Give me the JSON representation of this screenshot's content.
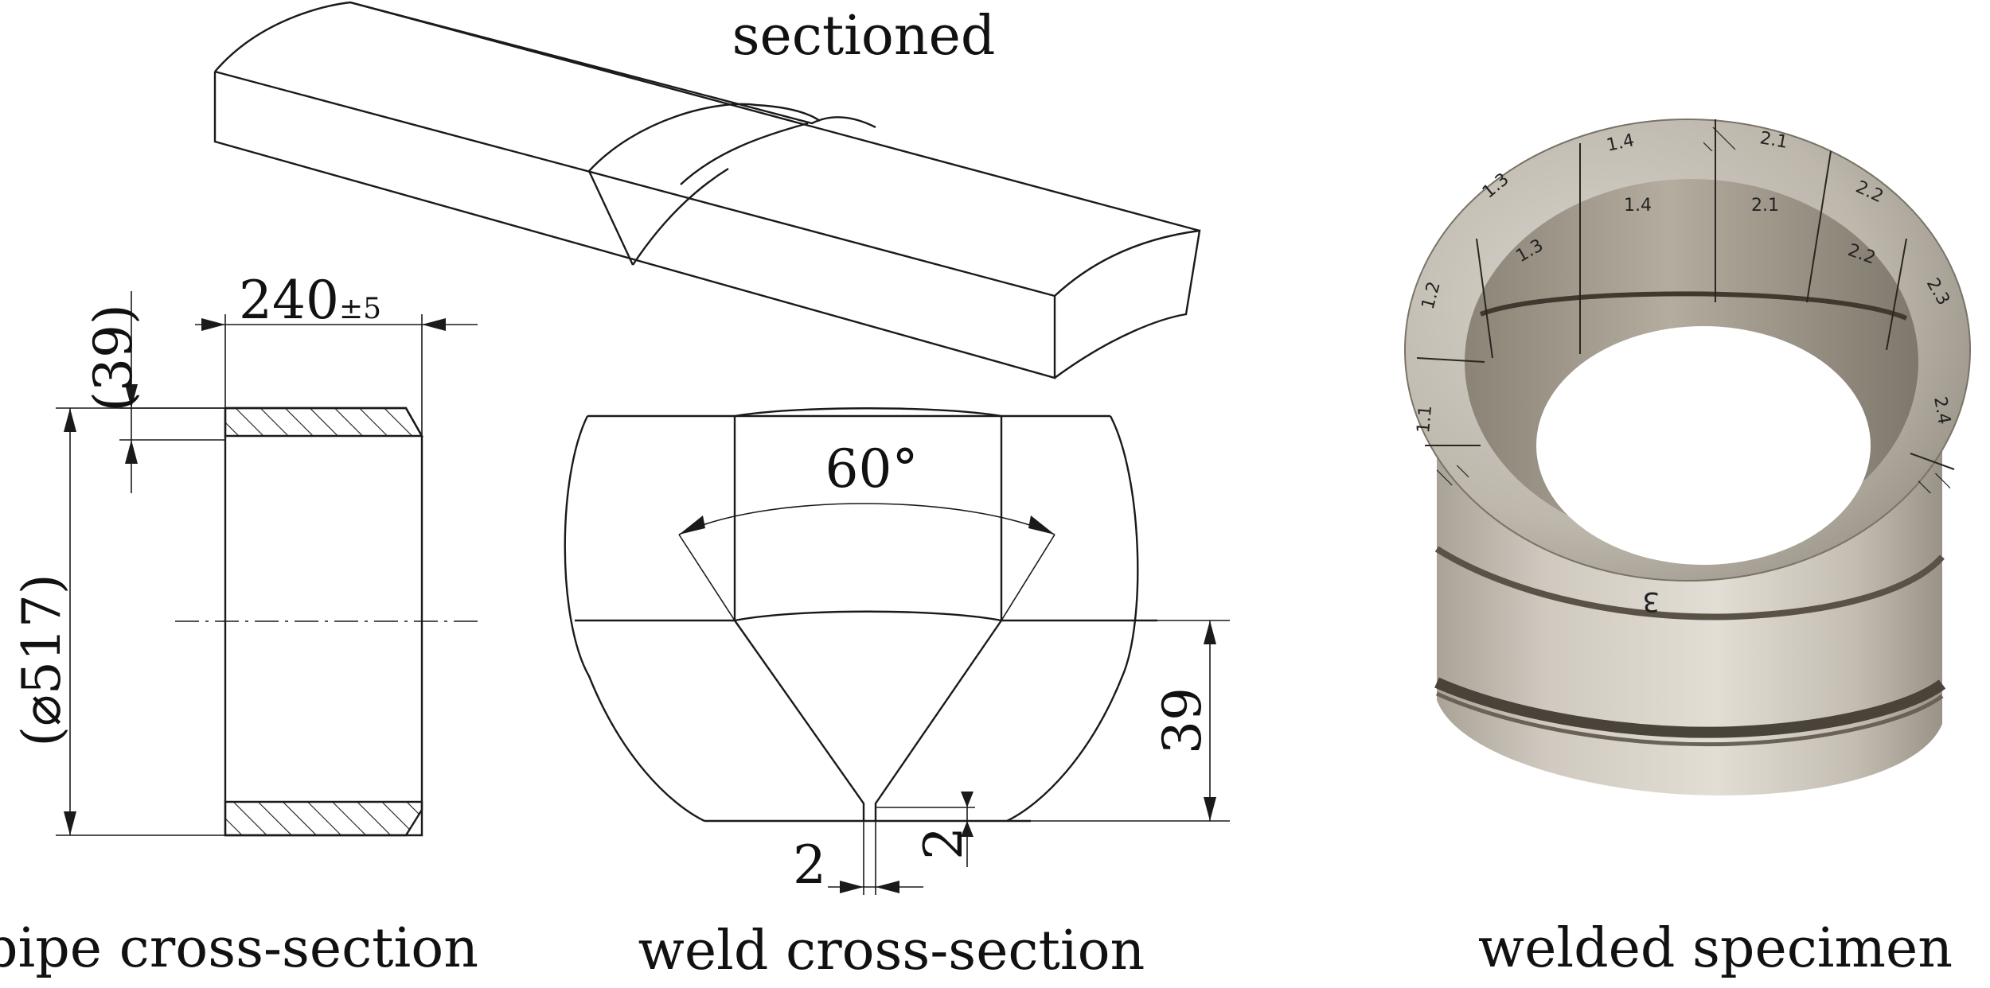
{
  "captions": {
    "sectioned": "sectioned",
    "pipe": "pipe cross-section",
    "weld": "weld cross-section",
    "specimen": "welded specimen"
  },
  "dimensions": {
    "length": "240",
    "length_tol": "±5",
    "wall": "(39)",
    "diameter": "(⌀517)",
    "angle": "60°",
    "depth": "39",
    "gap": "2",
    "land": "2"
  },
  "specimen_marks": {
    "rim": [
      "1.4",
      "2.1",
      "2.2",
      "2.3",
      "2.4",
      "1.3",
      "1.2",
      "1.1"
    ],
    "inner": [
      "1.4",
      "2.1",
      "1.3",
      "2.2"
    ],
    "side": "3"
  }
}
